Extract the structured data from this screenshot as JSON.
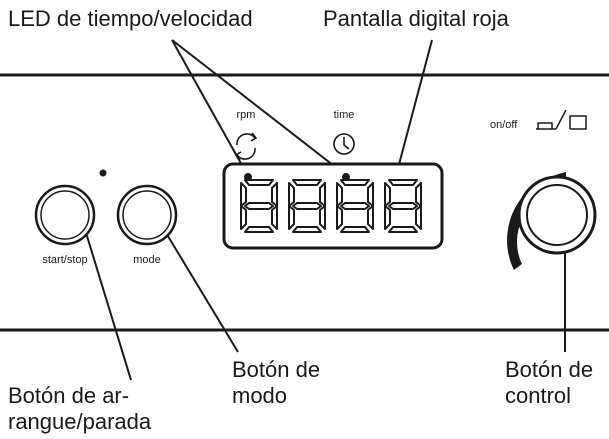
{
  "callouts": {
    "led": "LED de tiempo/velocidad",
    "display": "Pantalla digital roja",
    "start_stop": "Botón de ar-\nrangue/parada",
    "mode": "Botón de\nmodo",
    "control": "Botón de\ncontrol"
  },
  "panel": {
    "rpm_label": "rpm",
    "time_label": "time",
    "start_stop_label": "start/stop",
    "mode_label": "mode",
    "on_off_label": "on/off",
    "display_digits": "8888"
  },
  "icons": {
    "rpm": "rotate-arrows-icon",
    "time": "clock-icon",
    "on_off": "pulse-toggle-icon"
  }
}
